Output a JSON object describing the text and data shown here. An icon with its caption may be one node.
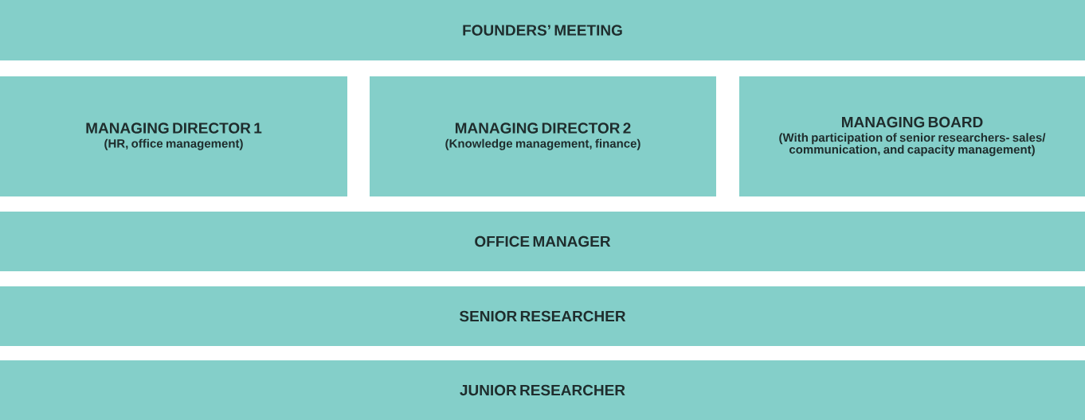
{
  "diagram": {
    "nodes": [
      {
        "text": [
          "FOUNDERS’ MEETING"
        ]
      },
      {
        "text": [
          "MANAGING DIRECTOR 1",
          "(HR, office management)"
        ]
      },
      {
        "text": [
          "MANAGING DIRECTOR 2",
          "(Knowledge management, finance)"
        ]
      },
      {
        "text": [
          "MANAGING BOARD",
          "(With participation of senior researchers- sales/ communication, and capacity management)"
        ]
      },
      {
        "text": [
          "OFFICE MANAGER"
        ]
      },
      {
        "text": [
          "SENIOR RESEARCHER"
        ]
      },
      {
        "text": [
          "JUNIOR RESEARCHER"
        ]
      }
    ]
  }
}
